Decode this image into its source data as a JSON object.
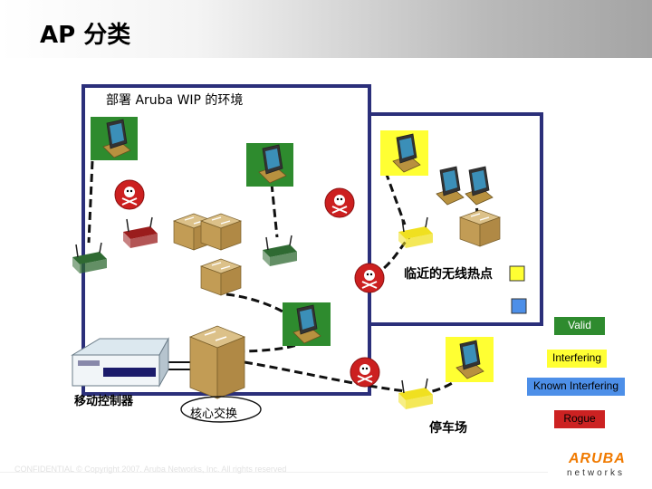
{
  "title": "AP 分类",
  "zones": {
    "aruba_wip": "部署 Aruba WIP 的环境",
    "neighbor": "临近的无线热点",
    "parking": "停车场"
  },
  "labels": {
    "controller": "移动控制器",
    "core_switch": "核心交换"
  },
  "legend": [
    {
      "key": "valid",
      "label": "Valid",
      "color": "#2e8b2e",
      "text_color": "#ffffff"
    },
    {
      "key": "interfering",
      "label": "Interfering",
      "color": "#ffff33",
      "text_color": "#000000"
    },
    {
      "key": "known_interfering",
      "label": "Known Interfering",
      "color": "#4d8fe8",
      "text_color": "#000000"
    },
    {
      "key": "rogue",
      "label": "Rogue",
      "color": "#cc2222",
      "text_color": "#000000"
    }
  ],
  "footer": "CONFIDENTIAL © Copyright 2007. Aruba Networks, Inc. All rights reserved",
  "logo": {
    "word": "ARUBA",
    "sub": "networks"
  }
}
